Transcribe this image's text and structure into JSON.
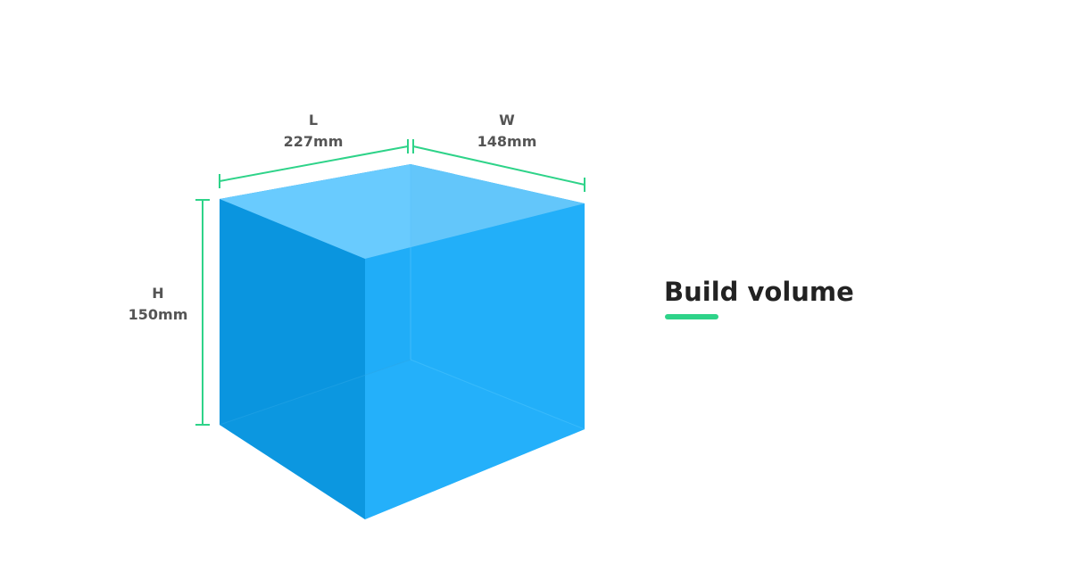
{
  "title": "Build volume",
  "dimensions": {
    "length": {
      "label": "L",
      "value": "227mm"
    },
    "width": {
      "label": "W",
      "value": "148mm"
    },
    "height": {
      "label": "H",
      "value": "150mm"
    }
  },
  "colors": {
    "accent": "#2ed389",
    "cube_front_left": "#0b96e0",
    "cube_front_right": "#21aef8",
    "cube_top": "#69cbfe",
    "cube_bottom": "#3cbcfd",
    "text_dim": "#555555",
    "text_title": "#222222"
  }
}
